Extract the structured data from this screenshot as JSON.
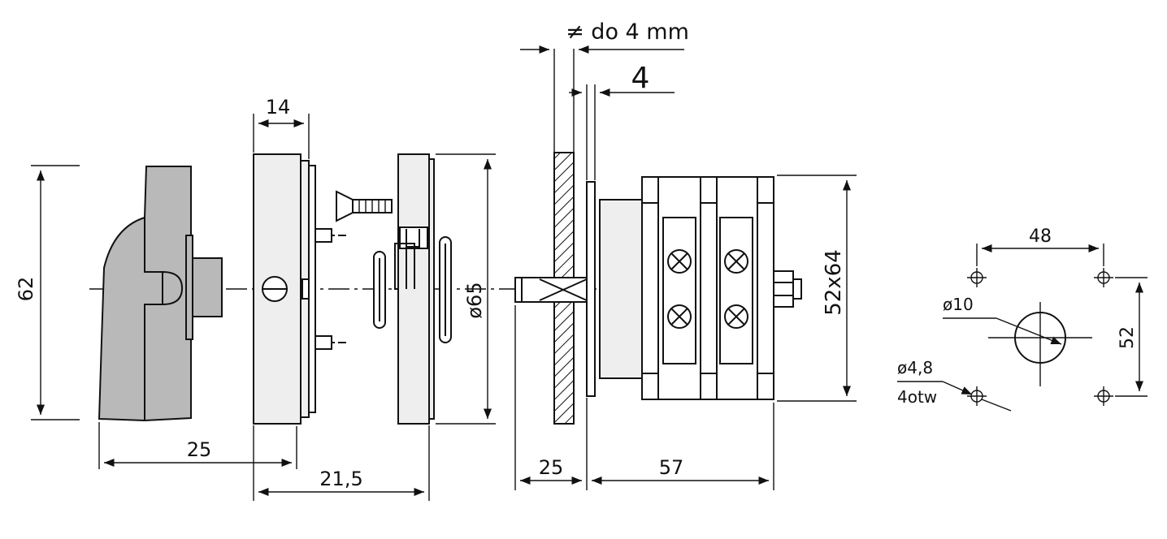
{
  "dimensions": {
    "height_handle": "62",
    "width_plate": "14",
    "diameter_ring": "ø65",
    "panel_thickness": "≠ do 4 mm",
    "plate_gap": "4",
    "switch_size": "52x64",
    "handle_depth": "25",
    "front_depth": "21,5",
    "shaft_length": "25",
    "body_length": "57",
    "hole_spacing_h": "48",
    "hole_spacing_v": "52",
    "center_hole": "ø10",
    "mount_hole": "ø4,8",
    "mount_hole_count": "4otw"
  },
  "colors": {
    "line": "#111111",
    "handle_fill": "#b9b9b9",
    "part_fill": "#eeeeee",
    "background": "#ffffff"
  }
}
